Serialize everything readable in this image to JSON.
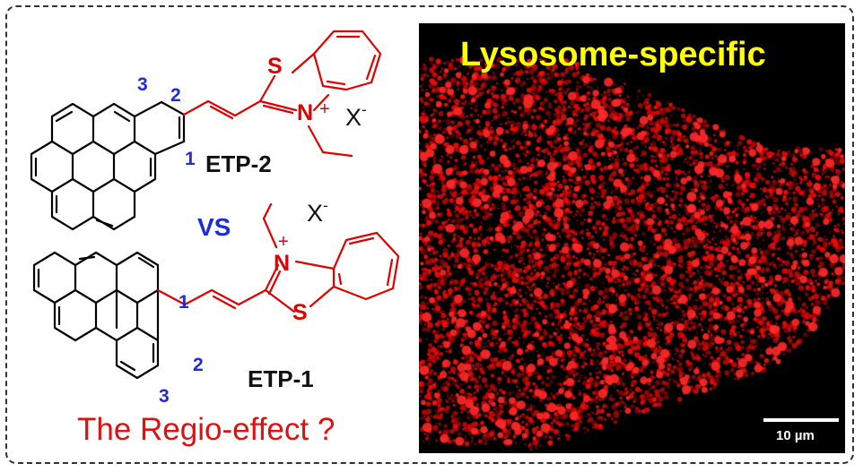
{
  "etp2": {
    "name": "ETP-2",
    "pos_labels": [
      "3",
      "2",
      "1"
    ],
    "atom_s": "S",
    "atom_n": "N",
    "charge": "+",
    "counter_ion": "X",
    "counter_charge": "-"
  },
  "versus": "VS",
  "etp1": {
    "name": "ETP-1",
    "pos_labels": [
      "1",
      "2",
      "3"
    ],
    "atom_s": "S",
    "atom_n": "N",
    "charge": "+",
    "counter_ion": "X",
    "counter_charge": "-"
  },
  "question": "The Regio-effect ?",
  "micrograph": {
    "title": "Lysosome-specific",
    "scale_bar_label": "10 µm"
  },
  "colors": {
    "bond_black": "#000000",
    "bond_red": "#e00000",
    "position_blue": "#1f2bd6",
    "title_yellow": "#ffff00",
    "signal_red": "#ff1a1a"
  }
}
